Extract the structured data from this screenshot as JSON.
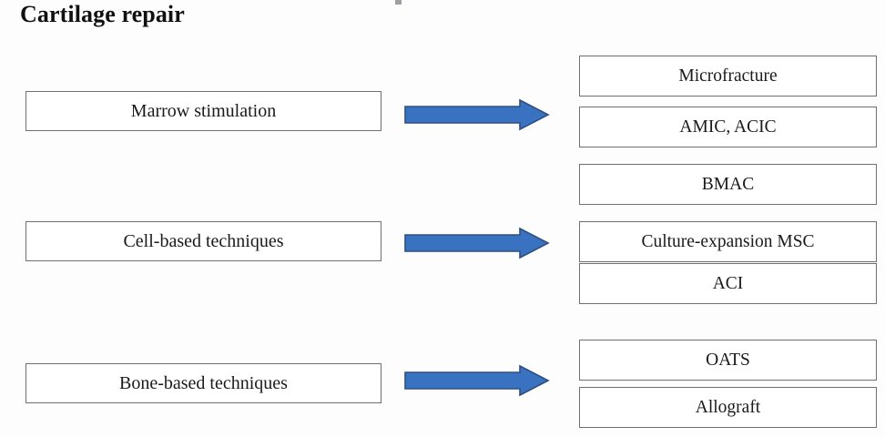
{
  "slide": {
    "title": "Cartilage repair",
    "background_color": "#fdfdfd",
    "box_border_color": "#6f6f6f",
    "arrow_color": "#3a72c2",
    "arrow_outline_color": "#2f4f7f",
    "text_color": "#1a1a1a"
  },
  "categories": [
    {
      "label": "Marrow stimulation",
      "arrow": "right-block-arrow",
      "techniques": [
        {
          "label": "Microfracture"
        },
        {
          "label": "AMIC, ACIC"
        }
      ]
    },
    {
      "label": "Cell-based techniques",
      "arrow": "right-block-arrow",
      "techniques": [
        {
          "label": "BMAC"
        },
        {
          "label": "Culture-expansion MSC"
        },
        {
          "label": "ACI"
        }
      ]
    },
    {
      "label": "Bone-based techniques",
      "arrow": "right-block-arrow",
      "techniques": [
        {
          "label": "OATS"
        },
        {
          "label": "Allograft"
        }
      ]
    }
  ],
  "left_boxes": [
    {
      "label": "Marrow stimulation"
    },
    {
      "label": "Cell-based techniques"
    },
    {
      "label": "Bone-based techniques"
    }
  ],
  "right_boxes": [
    {
      "label": "Microfracture"
    },
    {
      "label": "AMIC, ACIC"
    },
    {
      "label": "BMAC"
    },
    {
      "label": "Culture-expansion MSC"
    },
    {
      "label": "ACI"
    },
    {
      "label": "OATS"
    },
    {
      "label": "Allograft"
    }
  ]
}
